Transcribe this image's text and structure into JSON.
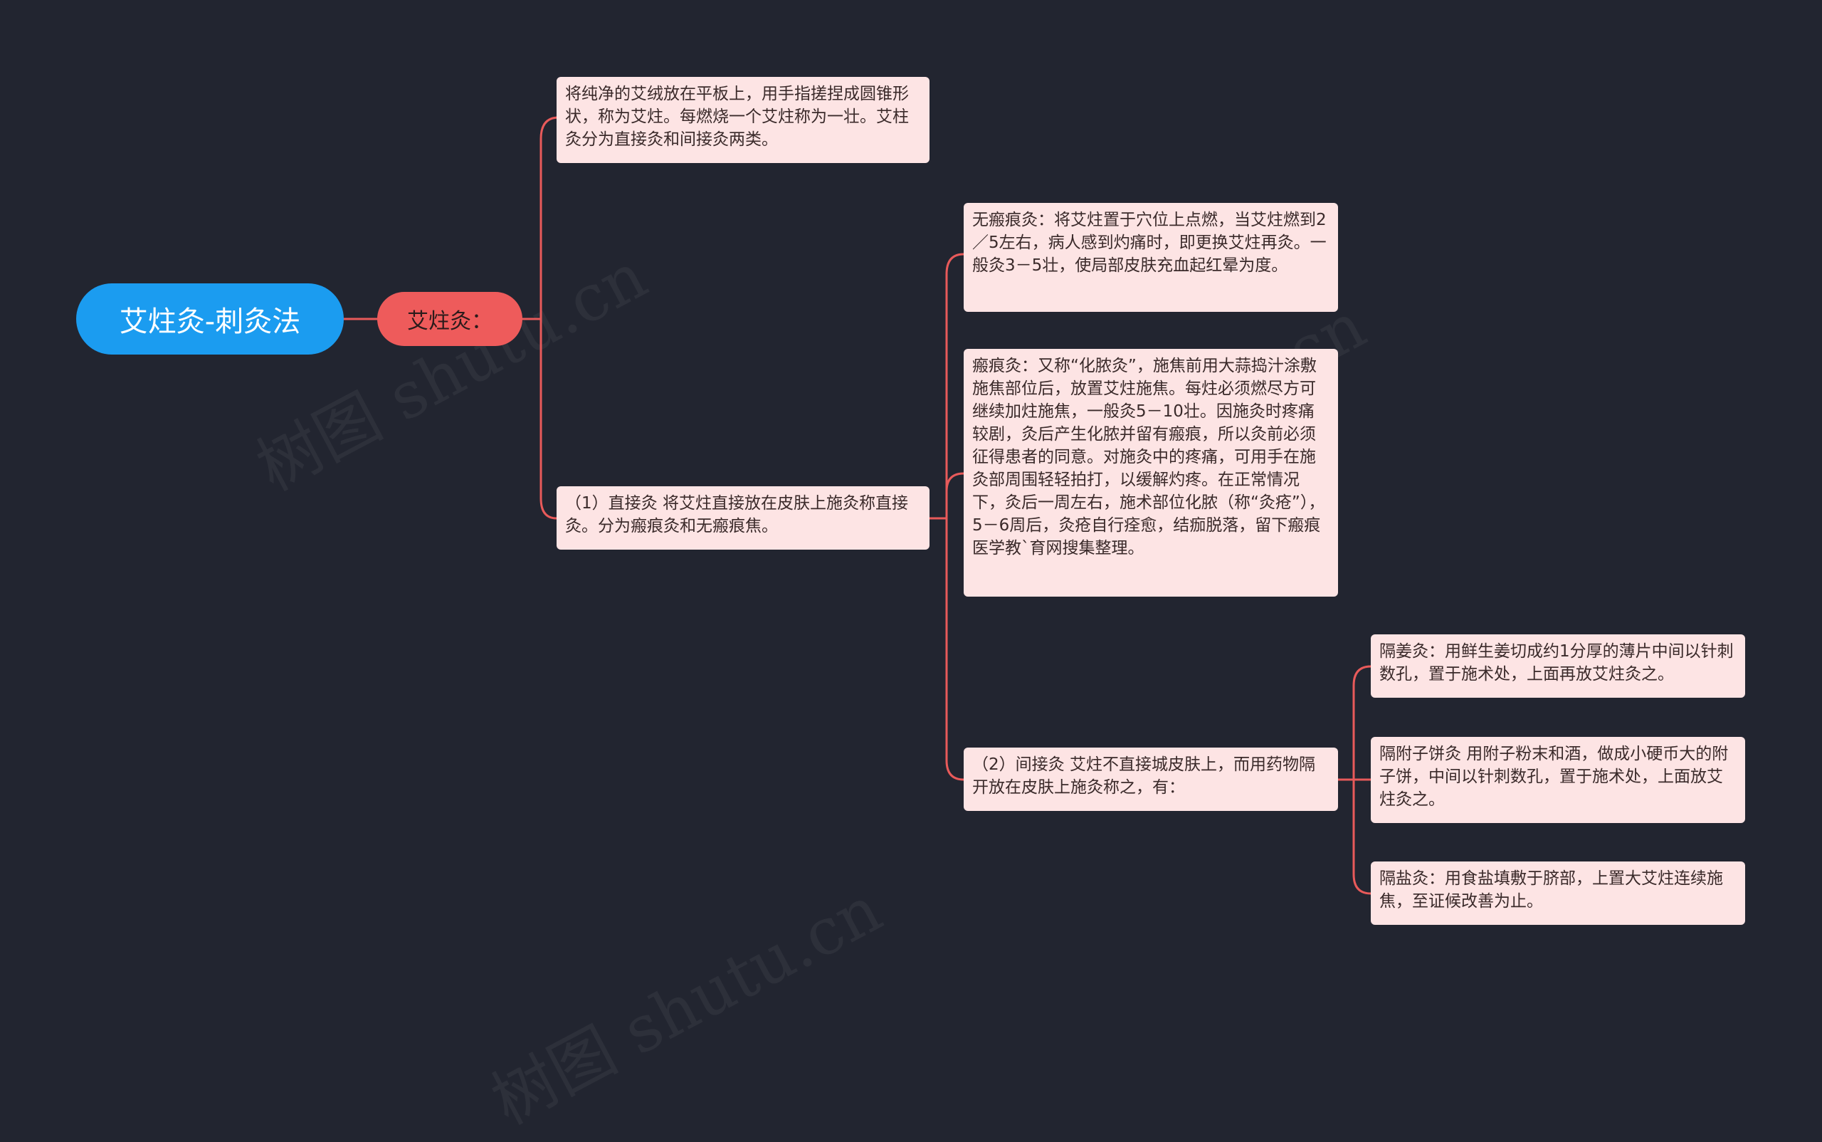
{
  "colors": {
    "background": "#222530",
    "root_fill": "#1b9cf0",
    "branch_fill": "#ee5b5b",
    "leaf_fill": "#fde4e4",
    "connector": "#e85a5a"
  },
  "mindmap": {
    "root": "艾炷灸-刺灸法",
    "branch": "艾炷灸：",
    "definition": "将纯净的艾绒放在平板上，用手指搓捏成圆锥形状，称为艾炷。每燃烧一个艾炷称为一壮。艾柱灸分为直接灸和间接灸两类。",
    "direct": {
      "text": "（1）直接灸 将艾炷直接放在皮肤上施灸称直接灸。分为瘢痕灸和无瘢痕焦。",
      "children": [
        "无瘢痕灸：将艾炷置于穴位上点燃，当艾炷燃到2／5左右，病人感到灼痛时，即更换艾炷再灸。一般灸3－5壮，使局部皮肤充血起红晕为度。",
        "瘢痕灸：又称“化脓灸”，施焦前用大蒜捣汁涂敷施焦部位后，放置艾炷施焦。每炷必须燃尽方可继续加炷施焦，一般灸5－10壮。因施灸时疼痛较剧，灸后产生化脓并留有瘢痕，所以灸前必须征得患者的同意。对施灸中的疼痛，可用手在施灸部周围轻轻拍打，以缓解灼疼。在正常情况下，灸后一周左右，施术部位化脓（称“灸疮”），5－6周后，灸疮自行痊愈，结痂脱落，留下瘢痕医学教`育网搜集整理。"
      ]
    },
    "indirect": {
      "text": "（2）间接灸 艾炷不直接城皮肤上，而用药物隔开放在皮肤上施灸称之，有：",
      "children": [
        "隔姜灸：用鲜生姜切成约1分厚的薄片中间以针刺数孔，置于施术处，上面再放艾炷灸之。",
        "隔附子饼灸 用附子粉末和酒，做成小硬币大的附子饼，中间以针刺数孔，置于施术处，上面放艾炷灸之。",
        "隔盐灸：用食盐填敷于脐部，上置大艾炷连续施焦，至证候改善为止。"
      ]
    }
  },
  "watermark": "树图 shutu.cn"
}
